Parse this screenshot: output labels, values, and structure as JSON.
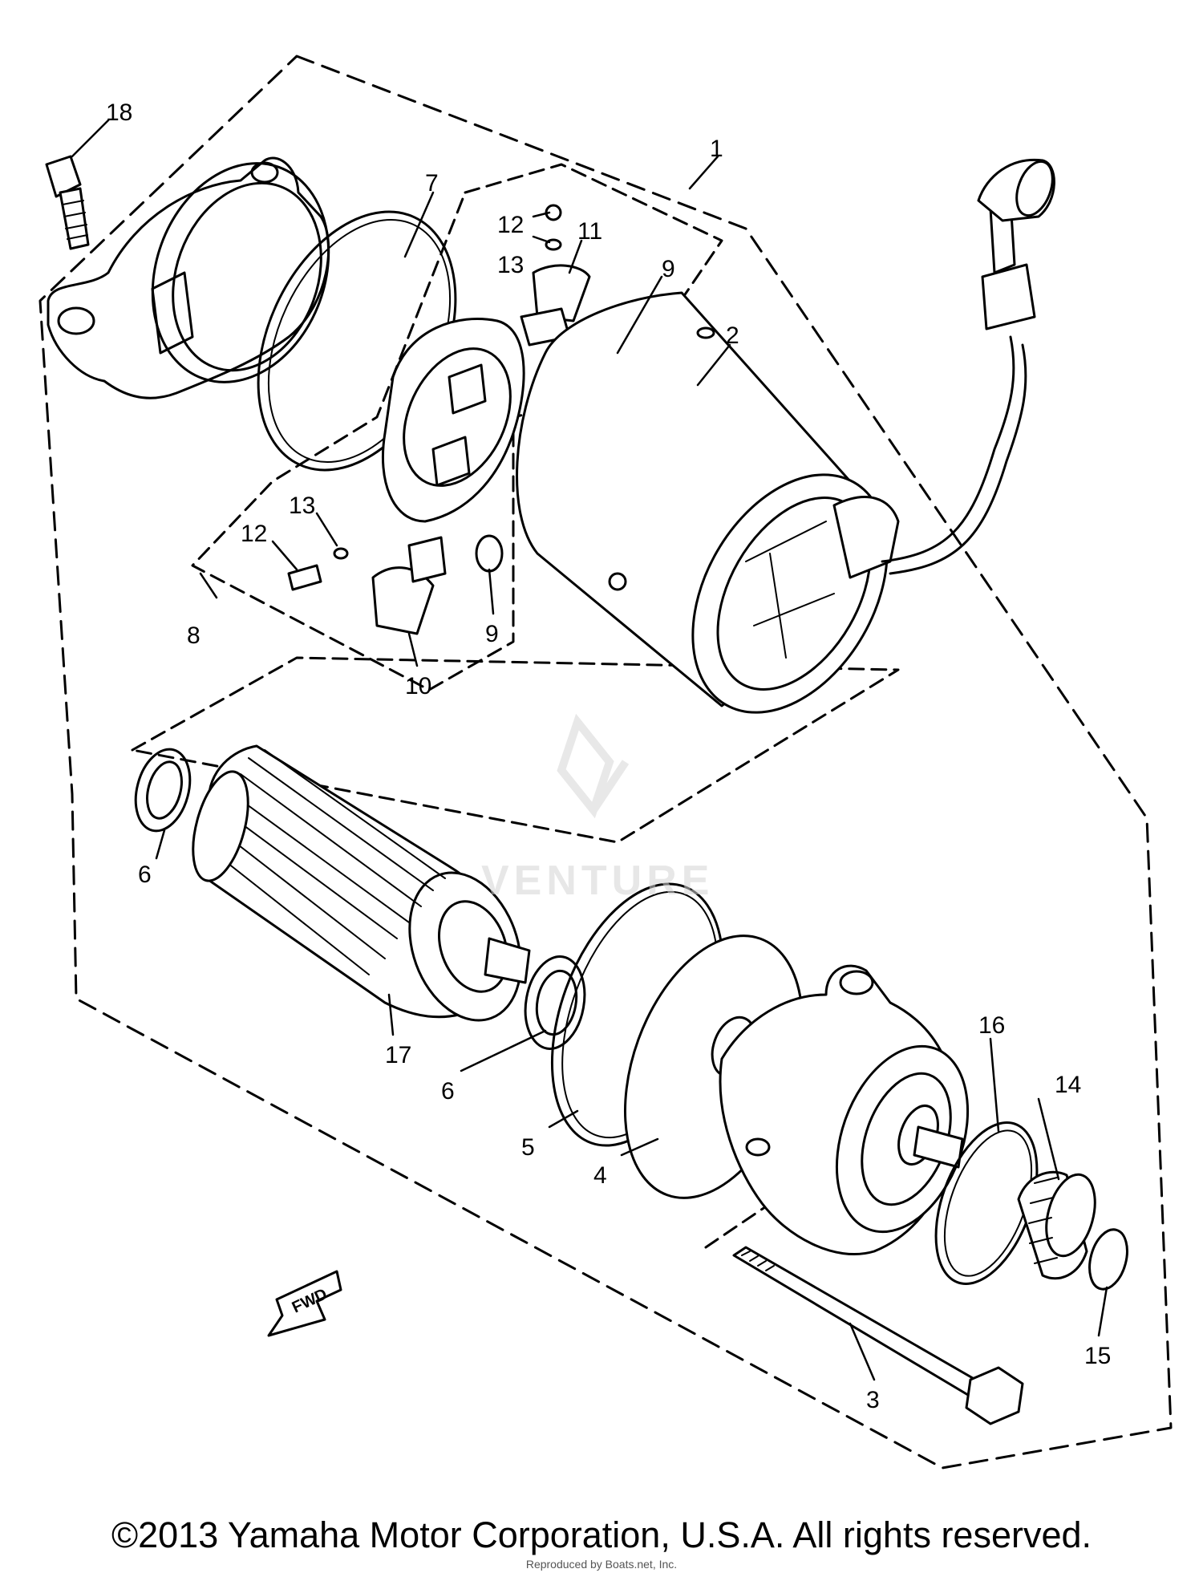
{
  "diagram": {
    "callouts": {
      "p1": "1",
      "p2": "2",
      "p3": "3",
      "p4": "4",
      "p5": "5",
      "p6a": "6",
      "p6b": "6",
      "p7": "7",
      "p8": "8",
      "p9a": "9",
      "p9b": "9",
      "p10": "10",
      "p11": "11",
      "p12a": "12",
      "p12b": "12",
      "p13a": "13",
      "p13b": "13",
      "p14": "14",
      "p15": "15",
      "p16": "16",
      "p17": "17",
      "p18": "18"
    },
    "fwd_label": "FWD",
    "watermark": "VENTURE"
  },
  "footer": {
    "copyright": "©2013 Yamaha Motor Corporation, U.S.A. All rights reserved.",
    "reproduced": "Reproduced by Boats.net, Inc."
  }
}
